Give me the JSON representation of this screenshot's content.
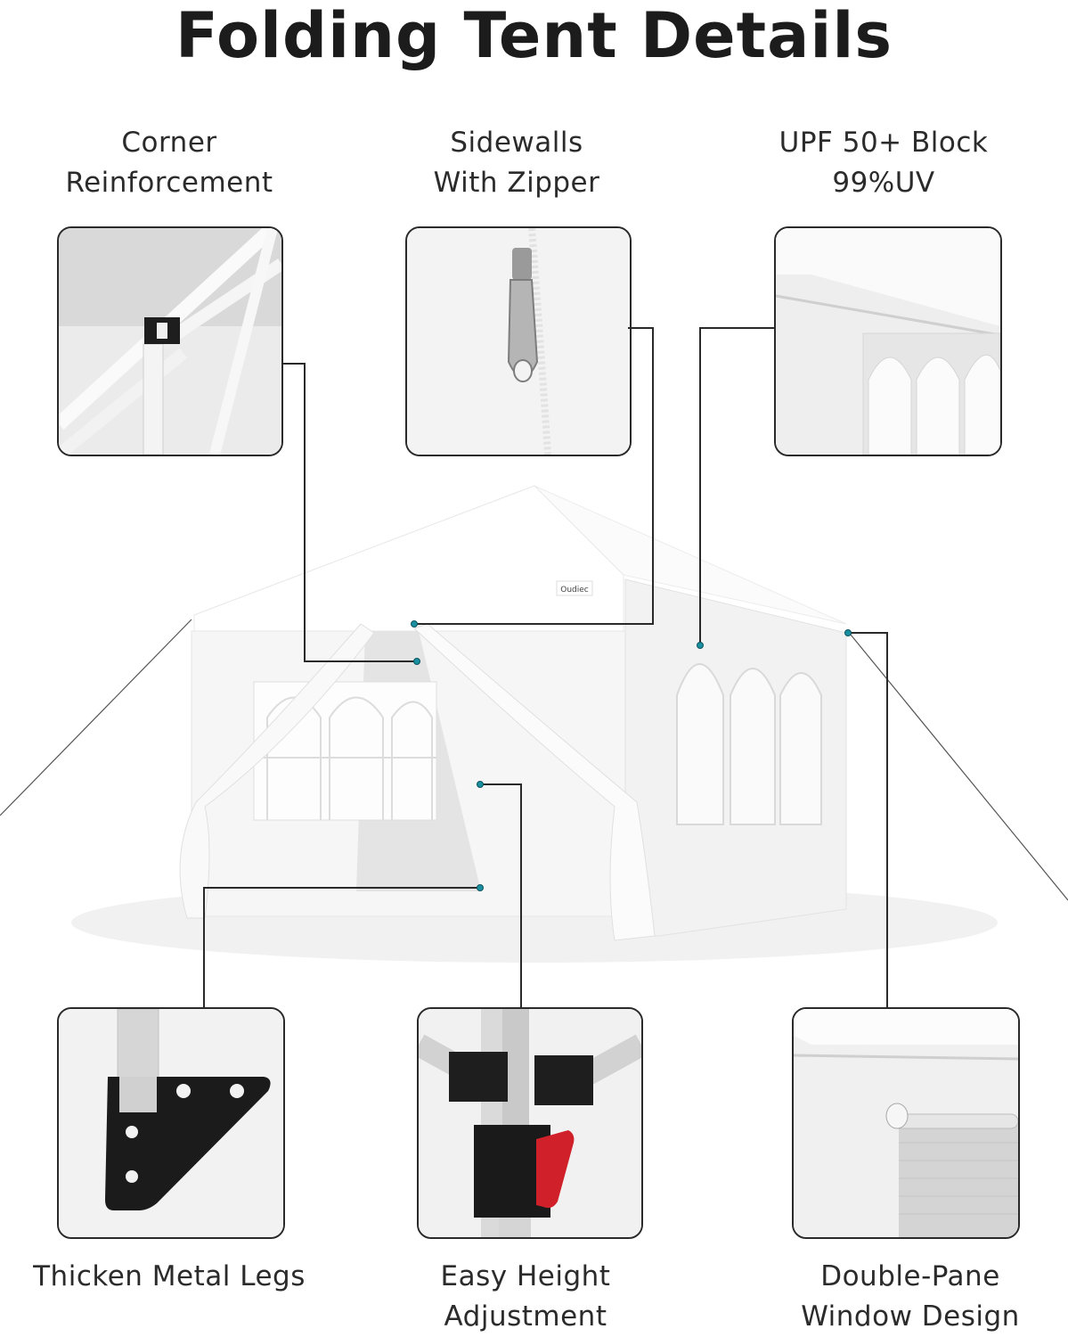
{
  "title": "Folding Tent Details",
  "features_top": [
    {
      "line1": "Corner",
      "line2": "Reinforcement",
      "icon": "corner-bracket"
    },
    {
      "line1": "Sidewalls",
      "line2": "With Zipper",
      "icon": "zipper-pull"
    },
    {
      "line1": "UPF 50+ Block",
      "line2": "99%UV",
      "icon": "canopy-window"
    }
  ],
  "features_bottom": [
    {
      "line1": "Thicken Metal Legs",
      "line2": "",
      "icon": "leg-foot-plate"
    },
    {
      "line1": "Easy Height",
      "line2": "Adjustment",
      "icon": "red-lock-button"
    },
    {
      "line1": "Double-Pane",
      "line2": "Window Design",
      "icon": "rolled-window"
    }
  ],
  "tent": {
    "brand_label": "Oudiec"
  },
  "colors": {
    "frame": "#2a2a2a",
    "connector_dot": "#1a8fa0",
    "lock": "#d0202a",
    "bracket": "#1e1e1e"
  }
}
